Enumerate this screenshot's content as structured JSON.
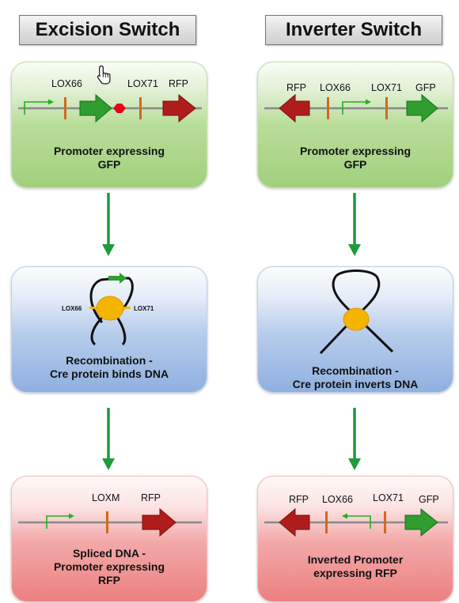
{
  "titles": {
    "left": "Excision Switch",
    "right": "Inverter Switch"
  },
  "left": {
    "step1": {
      "labels": {
        "lox66": "LOX66",
        "lox71": "LOX71",
        "rfp": "RFP"
      },
      "caption": [
        "Promoter expressing",
        "GFP"
      ]
    },
    "step2": {
      "labels": {
        "lox66": "LOX66",
        "lox71": "LOX71"
      },
      "caption": [
        "Recombination -",
        "Cre protein binds DNA"
      ]
    },
    "step3": {
      "labels": {
        "loxm": "LOXM",
        "rfp": "RFP"
      },
      "caption": [
        "Spliced DNA -",
        "Promoter expressing",
        "RFP"
      ]
    }
  },
  "right": {
    "step1": {
      "labels": {
        "rfp": "RFP",
        "lox66": "LOX66",
        "lox71": "LOX71",
        "gfp": "GFP"
      },
      "caption": [
        "Promoter expressing",
        "GFP"
      ]
    },
    "step2": {
      "caption": [
        "Recombination -",
        "Cre protein inverts DNA"
      ]
    },
    "step3": {
      "labels": {
        "rfp": "RFP",
        "lox66": "LOX66",
        "lox71": "LOX71",
        "gfp": "GFP"
      },
      "caption": [
        "Inverted Promoter",
        "expressing RFP"
      ]
    }
  },
  "colors": {
    "gfp": "#2f9d2f",
    "rfp": "#b01c1c",
    "lox": "#d2691e",
    "promoter": "#22b022",
    "cre": "#f5b400",
    "flow_arrow": "#1f9a3c"
  },
  "icons": {
    "cursor": "hand-pointer-icon"
  }
}
